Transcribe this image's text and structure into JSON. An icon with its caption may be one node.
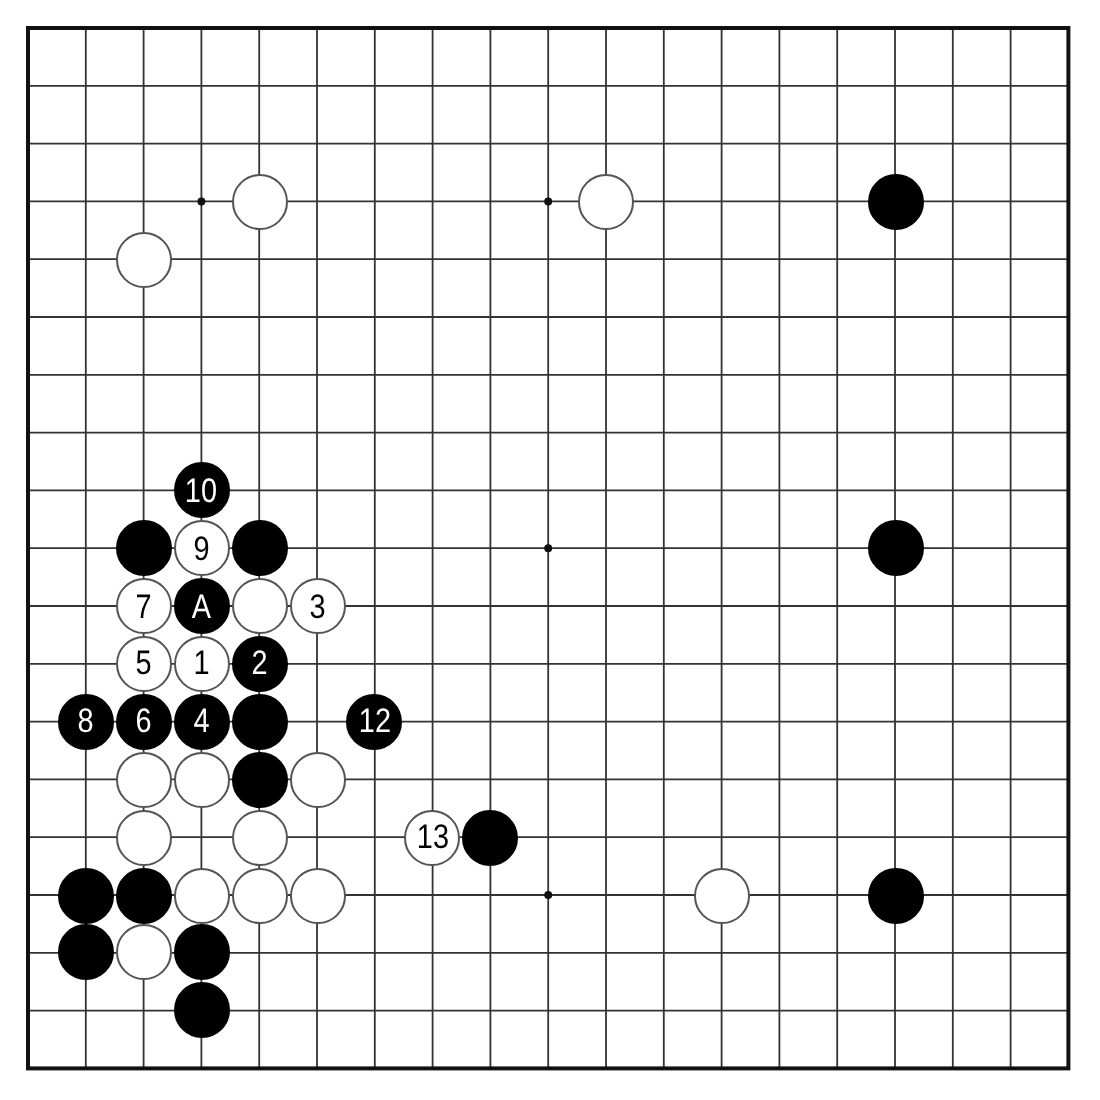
{
  "diagram": {
    "nodes": [
      {
        "text": [],
        "shape": "circle"
      },
      {
        "text": [],
        "shape": "circle"
      },
      {
        "text": [],
        "shape": "circle"
      },
      {
        "text": [],
        "shape": "circle"
      },
      {
        "text": [
          "10"
        ]
      },
      {
        "text": [],
        "shape": "circle"
      },
      {
        "text": [
          "9"
        ]
      },
      {
        "text": [],
        "shape": "circle"
      },
      {
        "text": [],
        "shape": "circle"
      },
      {
        "text": [
          "7"
        ]
      },
      {
        "text": [
          "A"
        ]
      },
      {
        "text": [],
        "shape": "circle"
      },
      {
        "text": [
          "3"
        ]
      },
      {
        "text": [
          "5"
        ]
      },
      {
        "text": [
          "1"
        ]
      },
      {
        "text": [
          "2"
        ]
      },
      {
        "text": [
          "8"
        ]
      },
      {
        "text": [
          "6"
        ]
      },
      {
        "text": [
          "4"
        ]
      },
      {
        "text": [],
        "shape": "circle"
      },
      {
        "text": [
          "12"
        ]
      },
      {
        "text": [],
        "shape": "circle"
      },
      {
        "text": [],
        "shape": "circle"
      },
      {
        "text": [],
        "shape": "circle"
      },
      {
        "text": [],
        "shape": "circle"
      },
      {
        "text": [],
        "shape": "circle"
      },
      {
        "text": [],
        "shape": "circle"
      },
      {
        "text": [
          "13"
        ]
      },
      {
        "text": [],
        "shape": "circle"
      },
      {
        "text": [],
        "shape": "circle"
      },
      {
        "text": [],
        "shape": "circle"
      },
      {
        "text": [],
        "shape": "circle"
      },
      {
        "text": [],
        "shape": "circle"
      },
      {
        "text": [],
        "shape": "circle"
      },
      {
        "text": [],
        "shape": "circle"
      },
      {
        "text": [],
        "shape": "circle"
      },
      {
        "text": [],
        "shape": "circle"
      },
      {
        "text": [],
        "shape": "circle"
      },
      {
        "text": [],
        "shape": "circle"
      },
      {
        "text": [],
        "shape": "circle"
      }
    ]
  }
}
